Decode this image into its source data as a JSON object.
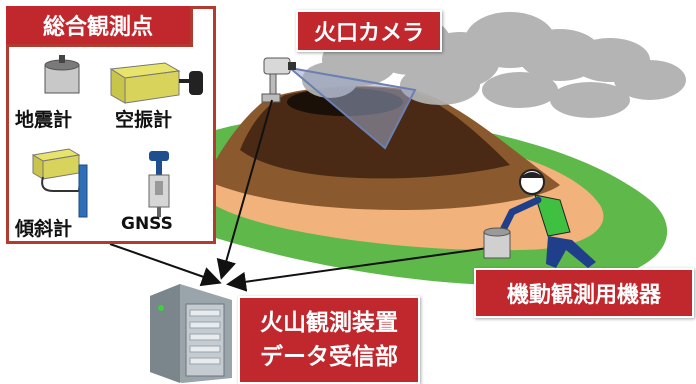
{
  "panel": {
    "title": "総合観測点",
    "instruments": [
      {
        "label": "地震計",
        "icon": "seismometer-icon"
      },
      {
        "label": "空振計",
        "icon": "infrasound-sensor-icon"
      },
      {
        "label": "傾斜計",
        "icon": "tiltmeter-icon"
      },
      {
        "label": "GNSS",
        "icon": "gnss-antenna-icon"
      }
    ]
  },
  "labels": {
    "crater_camera": "火口カメラ",
    "mobile_equipment": "機動観測用機器",
    "receiver_line1": "火山観測装置",
    "receiver_line2": "データ受信部"
  },
  "colors": {
    "label_red": "#c0282d",
    "panel_border": "#b33a2e",
    "grass": "#5fb84a",
    "sand": "#f2b27c",
    "volcano_dark": "#4a2a14",
    "volcano_mid": "#8a5a2e",
    "smoke": "#b0b0b0"
  }
}
